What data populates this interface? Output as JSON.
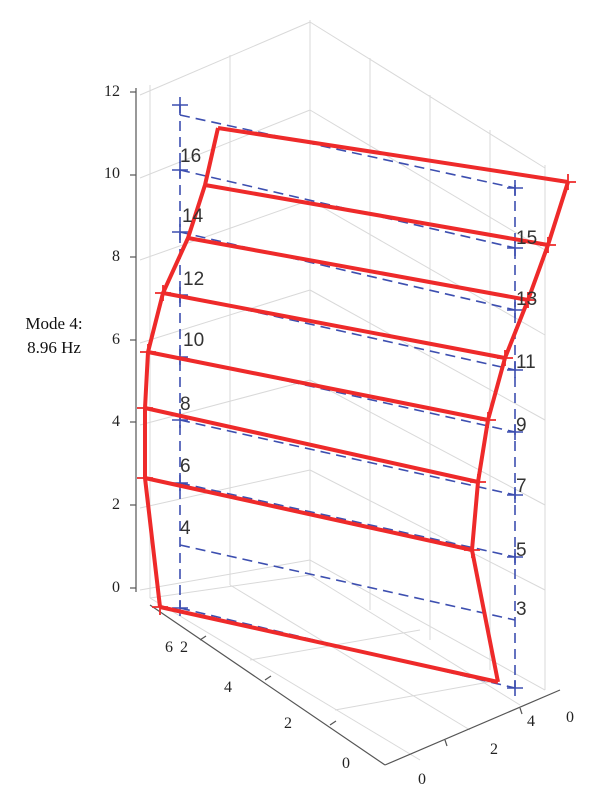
{
  "mode_label": {
    "line1": "Mode 4:",
    "line2": "8.96 Hz"
  },
  "z_axis": {
    "ticks": [
      "0",
      "2",
      "4",
      "6",
      "8",
      "10",
      "12"
    ]
  },
  "x_axis": {
    "ticks": [
      "6",
      "4",
      "2",
      "0"
    ]
  },
  "y_axis": {
    "ticks": [
      "2",
      "4",
      "0",
      "2"
    ]
  },
  "node_labels": [
    "16",
    "14",
    "12",
    "10",
    "8",
    "6",
    "4",
    "15",
    "13",
    "11",
    "9",
    "7",
    "5",
    "3"
  ],
  "colors": {
    "deformed": "#ee2a2a",
    "undeformed": "#3d4fb0",
    "grid": "#d9d9d9",
    "axis": "#555555"
  }
}
